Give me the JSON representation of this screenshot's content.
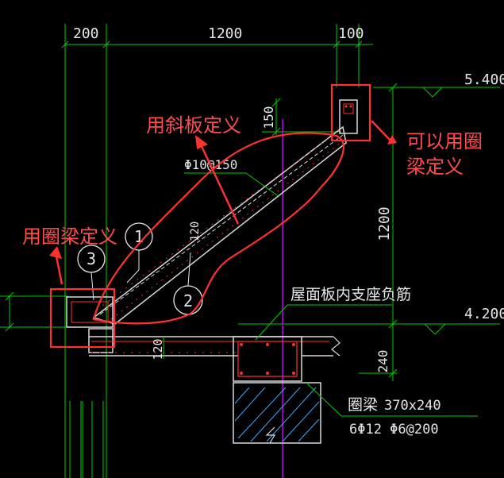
{
  "drawing": {
    "top_dims": [
      "200",
      "1200",
      "100"
    ],
    "levels": {
      "top": "5.400",
      "bottom": "4.200"
    },
    "right_dims": {
      "upper": "150",
      "vertical": "1200",
      "lower": "240"
    },
    "slab_thickness": "120",
    "slab_top_bar": "Φ10@150",
    "circle_marks": {
      "one": "1",
      "two": "2",
      "three": "3"
    },
    "roof_support_label": "屋面板内支座负筋",
    "ring_beam": {
      "label": "圈梁",
      "size": "370x240",
      "bars": "6Φ12  Φ6@200"
    },
    "slanted_mark": "120"
  },
  "annotations": {
    "slab": "用斜板定义",
    "right_beam_line1": "可以用圈",
    "right_beam_line2": "梁定义",
    "left_beam": "用圈梁定义"
  },
  "colors": {
    "background": "#000000",
    "annotation": "#ff3030",
    "dimension": "#00cc00",
    "drawing": "#d9d9d9",
    "axis": "#c000ff",
    "hatch": "#3aa7ff"
  }
}
